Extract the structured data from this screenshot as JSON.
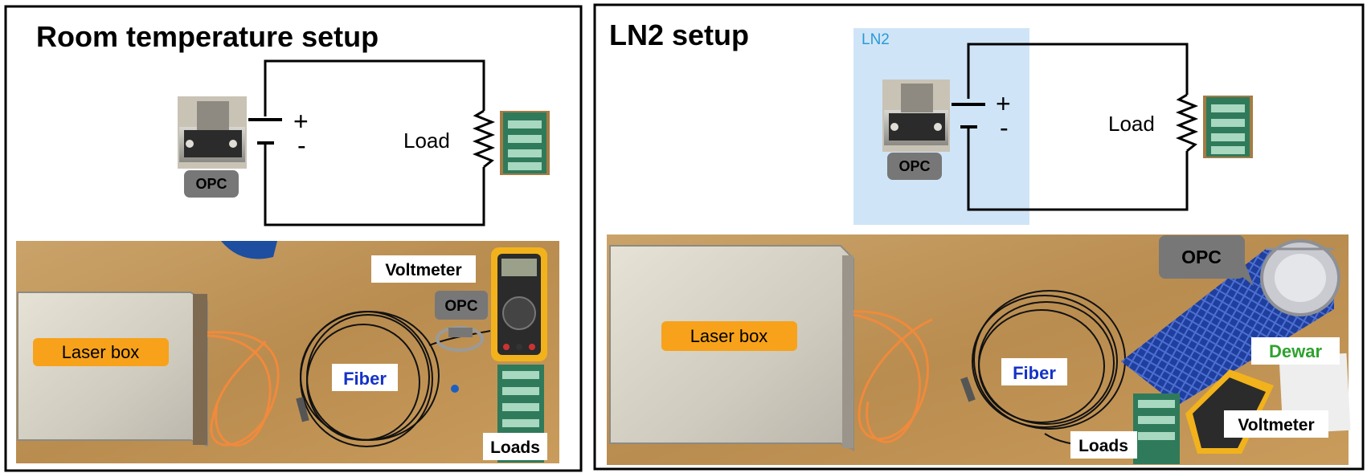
{
  "left_panel": {
    "title": "Room temperature setup",
    "circuit": {
      "plus": "+",
      "minus": "-",
      "load_label": "Load",
      "opc_label": "OPC"
    },
    "photo": {
      "laser_box": "Laser box",
      "fiber": "Fiber",
      "voltmeter": "Voltmeter",
      "opc": "OPC",
      "loads": "Loads"
    }
  },
  "right_panel": {
    "title": "LN2 setup",
    "ln2_region_label": "LN2",
    "circuit": {
      "plus": "+",
      "minus": "-",
      "load_label": "Load",
      "opc_label": "OPC"
    },
    "photo": {
      "laser_box": "Laser box",
      "fiber": "Fiber",
      "opc": "OPC",
      "dewar": "Dewar",
      "loads": "Loads",
      "voltmeter": "Voltmeter"
    }
  },
  "colors": {
    "panel_border": "#000000",
    "ln2_region": "#cfe5f7",
    "ln2_text": "#2a9ad6",
    "table_wood": "#c49a5a",
    "laser_box_label_bg": "#f7a21a",
    "fiber_text": "#1532c8",
    "dewar_text": "#2fa22f",
    "opc_badge_bg": "#777777",
    "fiber_orange": "#f08a3c",
    "dewar_blue": "#1f3f9e"
  }
}
